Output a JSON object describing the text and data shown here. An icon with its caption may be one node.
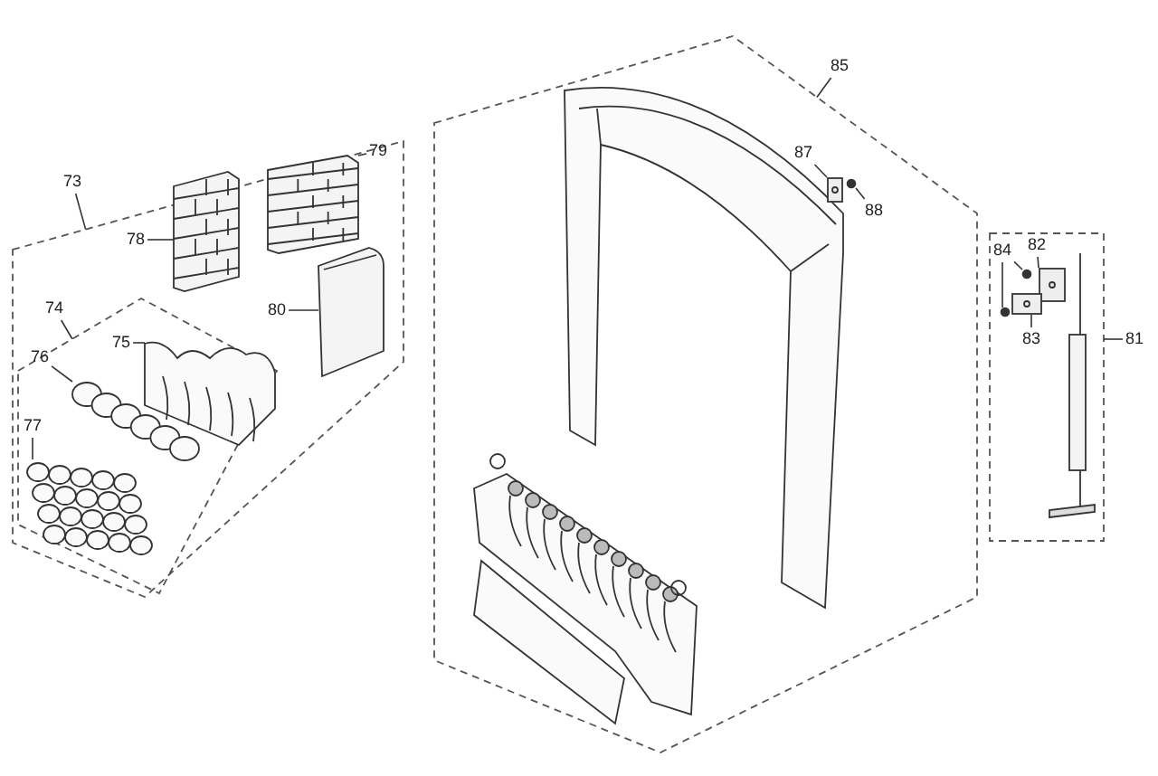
{
  "diagram": {
    "nodes": [
      {
        "text": [
          "73"
        ]
      },
      {
        "text": [],
        "shape": "box"
      },
      {
        "text": [
          "78"
        ],
        "in": 1
      },
      {
        "text": [],
        "shape": "picture",
        "in": 1
      },
      {
        "text": [
          "79"
        ],
        "in": 1
      },
      {
        "text": [],
        "shape": "picture",
        "in": 1
      },
      {
        "text": [
          "80"
        ],
        "in": 1
      },
      {
        "text": [],
        "shape": "box",
        "in": 1
      },
      {
        "text": [
          "74"
        ],
        "in": 1
      },
      {
        "text": [],
        "shape": "box",
        "in": 1
      },
      {
        "text": [
          "75"
        ],
        "in": 9
      },
      {
        "text": [],
        "shape": "picture",
        "in": 9
      },
      {
        "text": [
          "76"
        ],
        "in": 9
      },
      {
        "text": [],
        "shape": "picture",
        "in": 9
      },
      {
        "text": [
          "77"
        ],
        "in": 9
      },
      {
        "text": [],
        "shape": "picture",
        "in": 9
      },
      {
        "text": [
          "85"
        ]
      },
      {
        "text": [],
        "shape": "box"
      },
      {
        "text": [
          "87"
        ],
        "in": 17
      },
      {
        "text": [],
        "shape": "picture",
        "in": 17
      },
      {
        "text": [
          "88"
        ],
        "in": 17
      },
      {
        "text": [],
        "shape": "circle",
        "in": 17
      },
      {
        "text": [
          "81"
        ]
      },
      {
        "text": [],
        "shape": "box"
      },
      {
        "text": [
          "82"
        ],
        "in": 23
      },
      {
        "text": [],
        "shape": "picture",
        "in": 23
      },
      {
        "text": [
          "84"
        ],
        "in": 23
      },
      {
        "text": [],
        "shape": "circle",
        "in": 23
      },
      {
        "text": [],
        "shape": "circle",
        "in": 23
      },
      {
        "text": [
          "83"
        ],
        "in": 23
      },
      {
        "text": [],
        "shape": "picture",
        "in": 23
      }
    ],
    "edges": [
      {
        "from": 0,
        "to": 1,
        "arrow": "none"
      },
      {
        "from": 2,
        "to": 3,
        "arrow": "none"
      },
      {
        "from": 4,
        "to": 5,
        "arrow": "none"
      },
      {
        "from": 6,
        "to": 7,
        "arrow": "none"
      },
      {
        "from": 8,
        "to": 9,
        "arrow": "none"
      },
      {
        "from": 10,
        "to": 11,
        "arrow": "none"
      },
      {
        "from": 12,
        "to": 13,
        "arrow": "none"
      },
      {
        "from": 14,
        "to": 15,
        "arrow": "none"
      },
      {
        "from": 16,
        "to": 17,
        "arrow": "none"
      },
      {
        "from": 18,
        "to": 19,
        "arrow": "none"
      },
      {
        "from": 20,
        "to": 21,
        "arrow": "none"
      },
      {
        "from": 22,
        "to": 23,
        "arrow": "none"
      },
      {
        "from": 24,
        "to": 25,
        "arrow": "none"
      },
      {
        "from": 26,
        "to": 27,
        "arrow": "none"
      },
      {
        "from": 26,
        "to": 28,
        "arrow": "none"
      },
      {
        "from": 29,
        "to": 30,
        "arrow": "none"
      }
    ]
  }
}
